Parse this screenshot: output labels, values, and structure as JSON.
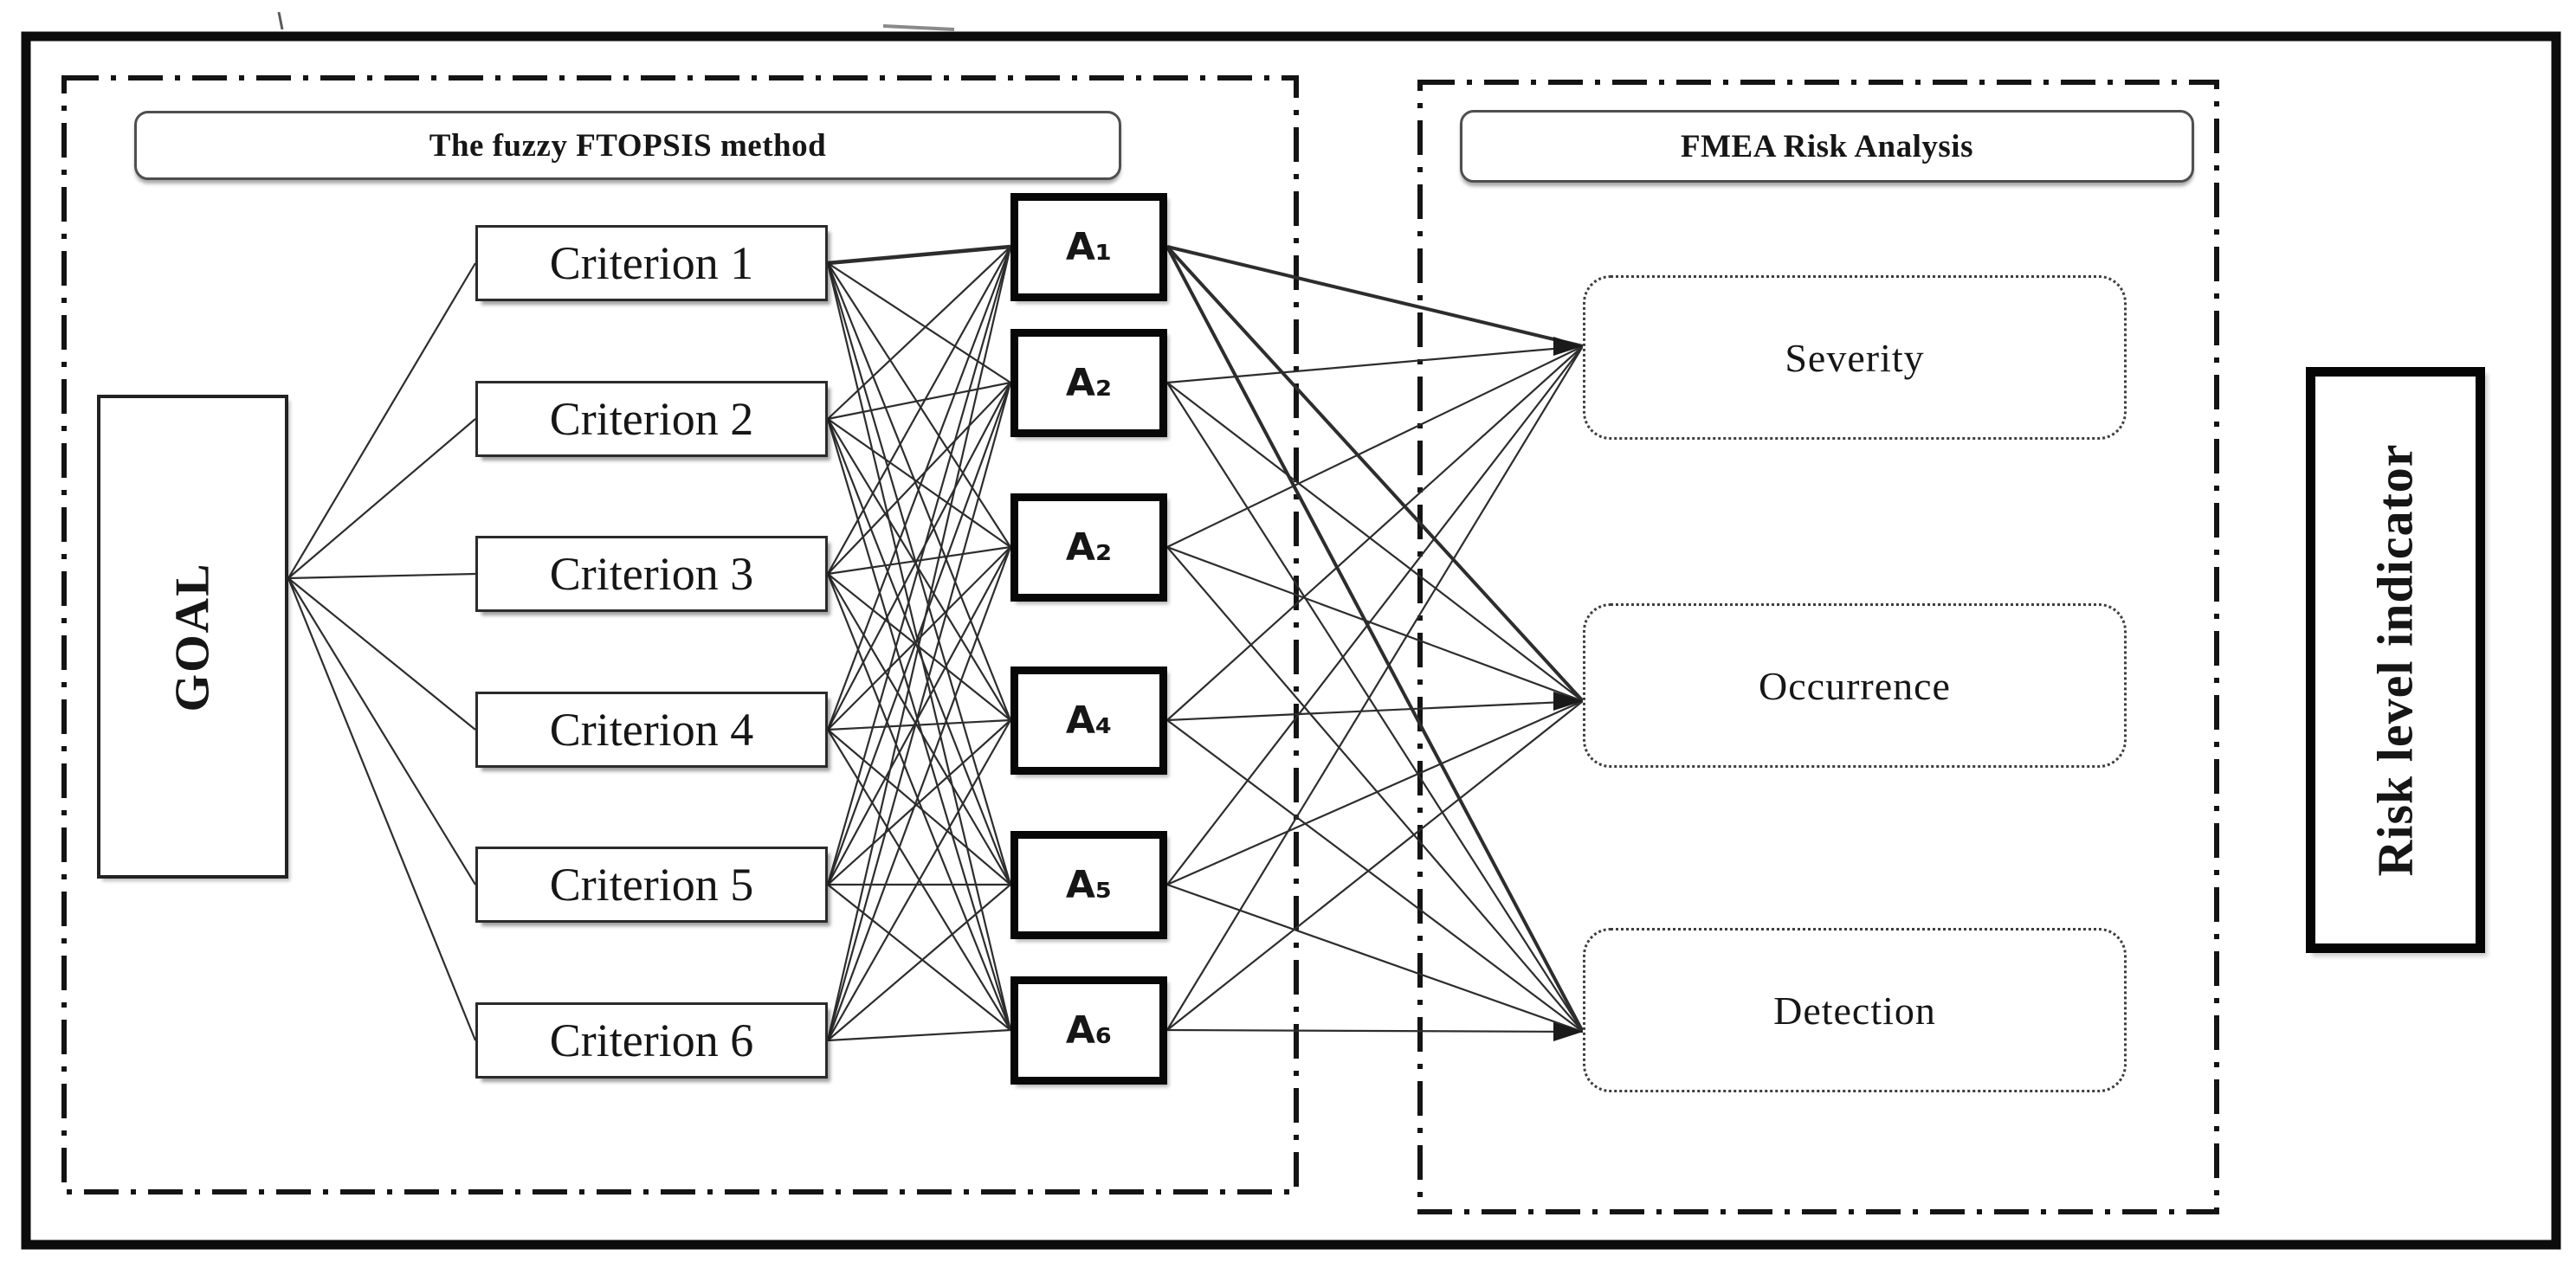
{
  "diagram": {
    "left_section": {
      "title": "The fuzzy FTOPSIS method",
      "goal_label": "GOAL",
      "criteria": [
        {
          "label": "Criterion 1"
        },
        {
          "label": "Criterion 2"
        },
        {
          "label": "Criterion 3"
        },
        {
          "label": "Criterion 4"
        },
        {
          "label": "Criterion 5"
        },
        {
          "label": "Criterion 6"
        }
      ]
    },
    "alternatives": [
      {
        "label": "A₁"
      },
      {
        "label": "A₂"
      },
      {
        "label": "A₂"
      },
      {
        "label": "A₄"
      },
      {
        "label": "A₅"
      },
      {
        "label": "A₆"
      }
    ],
    "right_section": {
      "title": "FMEA Risk Analysis",
      "factors": [
        {
          "label": "Severity"
        },
        {
          "label": "Occurrence"
        },
        {
          "label": "Detection"
        }
      ]
    },
    "risk_indicator_label": "Risk level indicator",
    "colors": {
      "ink": "#161616",
      "line": "#2d2d2d",
      "background": "#ffffff"
    }
  }
}
